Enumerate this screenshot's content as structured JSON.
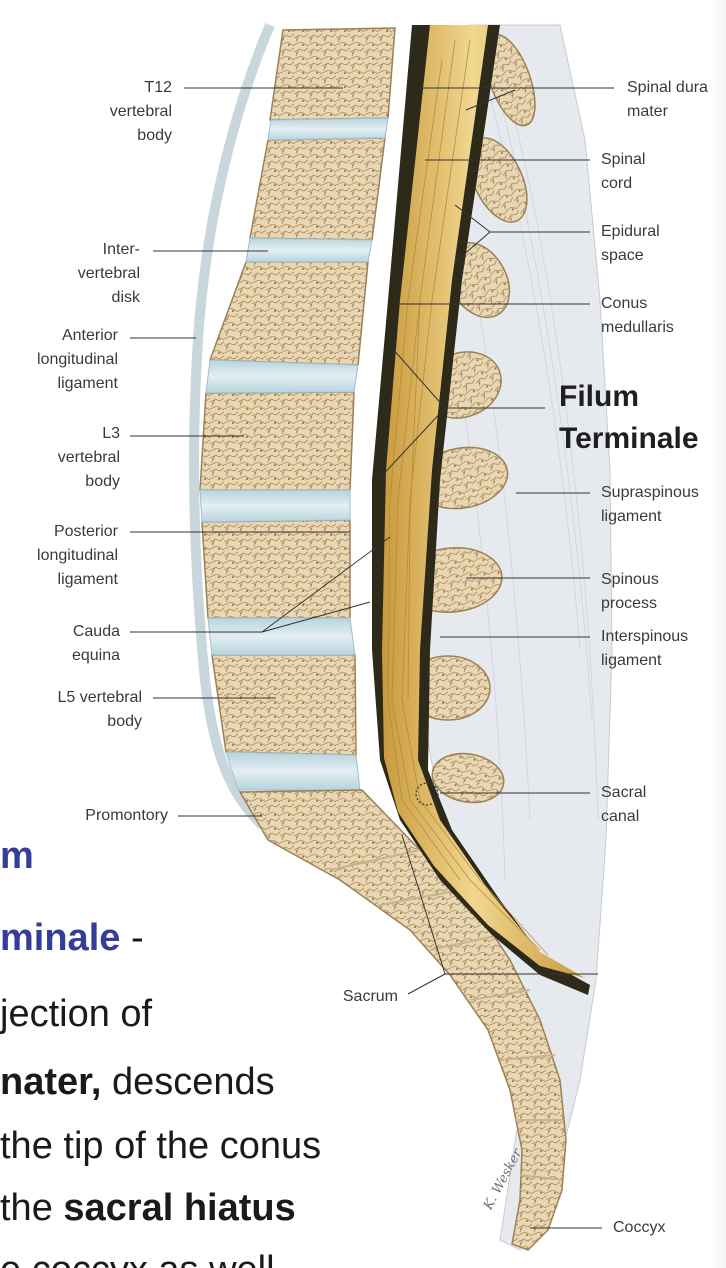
{
  "labels_left": {
    "t12": "T12\nvertebral\nbody",
    "disk": "Inter-\nvertebral\ndisk",
    "anterior": "Anterior\nlongitudinal\nligament",
    "l3": "L3\nvertebral\nbody",
    "posterior": "Posterior\nlongitudinal\nligament",
    "cauda": "Cauda\nequina",
    "l5": "L5 vertebral\nbody",
    "promontory": "Promontory",
    "sacrum": "Sacrum"
  },
  "labels_right": {
    "dura": "Spinal dura\nmater",
    "cord": "Spinal\ncord",
    "epidural": "Epidural\nspace",
    "conus": "Conus\nmedullaris",
    "filum": "Filum\nTerminale",
    "supraspinous": "Supraspinous\nligament",
    "spinous": "Spinous\nprocess",
    "interspinous": "Interspinous\nligament",
    "sacral_canal": "Sacral\ncanal",
    "coccyx": "Coccyx"
  },
  "signature": "K. Wesker",
  "overlay": {
    "line1": "m",
    "line2_accent": "minale",
    "line2_rest": " -",
    "line3": "jection of",
    "line4_bold": "nater,",
    "line4_rest": " descends",
    "line5": " the tip of the conus",
    "line6_start": "the ",
    "line6_bold": "sacral hiatus",
    "line7": "e coccyx as well"
  },
  "colors": {
    "bone": "#e7d4b0",
    "bone_dark": "#b89a6a",
    "disk": "#c5dde6",
    "cord": "#e7c06a",
    "dura": "#3a3520",
    "ligament": "#e4e8ee",
    "accent_text": "#353d9a"
  }
}
